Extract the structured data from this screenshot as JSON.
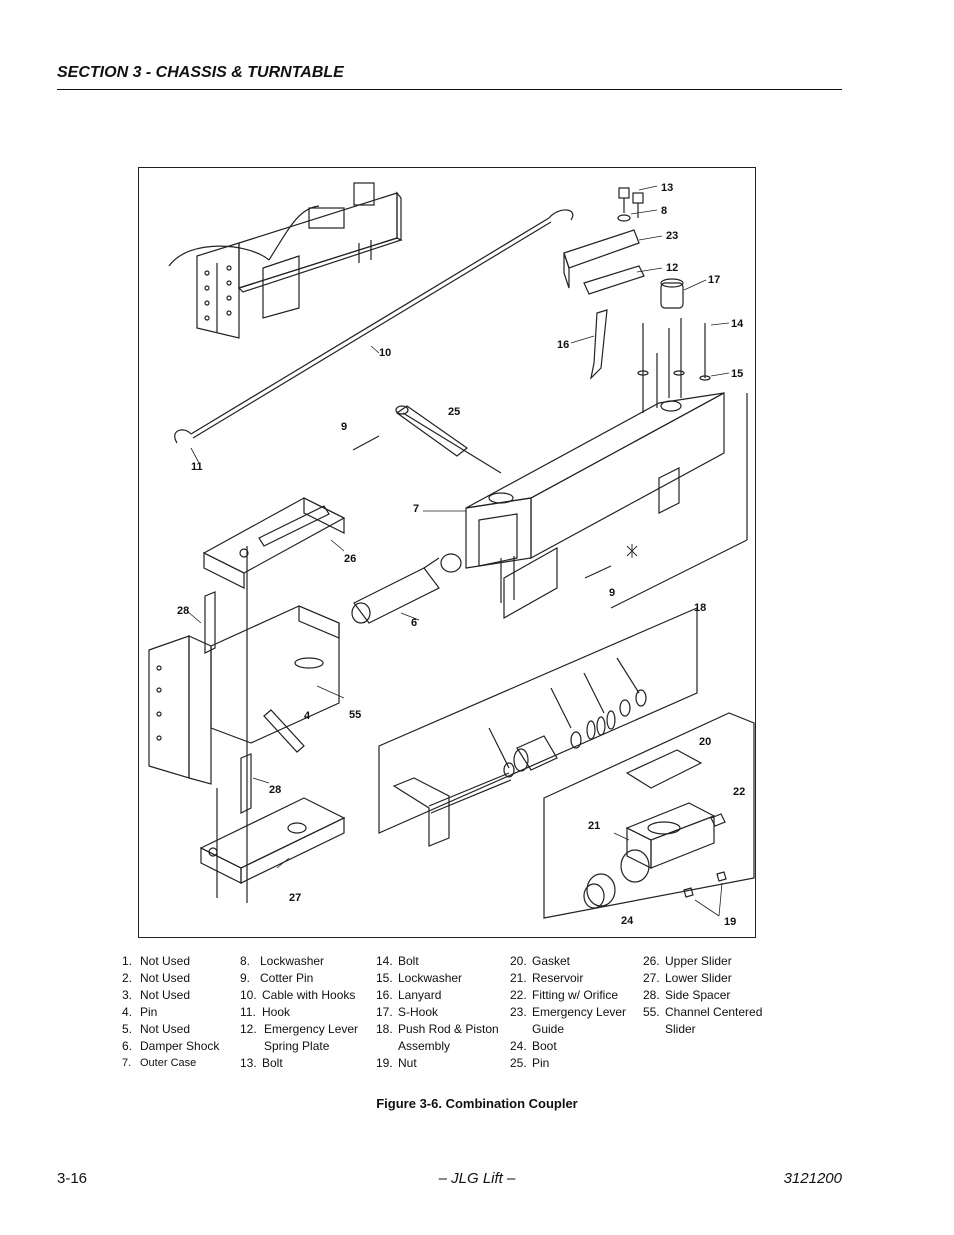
{
  "header": {
    "section_title": "SECTION 3 - CHASSIS & TURNTABLE"
  },
  "figure": {
    "callouts": [
      "13",
      "8",
      "23",
      "12",
      "17",
      "14",
      "15",
      "16",
      "10",
      "25",
      "9",
      "11",
      "7",
      "26",
      "28",
      "6",
      "18",
      "9",
      "4",
      "55",
      "20",
      "22",
      "28",
      "21",
      "27",
      "24",
      "19"
    ]
  },
  "legend": {
    "columns": [
      [
        {
          "num": "1.",
          "text": "Not Used"
        },
        {
          "num": "2.",
          "text": "Not Used"
        },
        {
          "num": "3.",
          "text": "Not Used"
        },
        {
          "num": "4.",
          "text": "Pin"
        },
        {
          "num": "5.",
          "text": "Not Used"
        },
        {
          "num": "6.",
          "text": "Damper Shock"
        },
        {
          "num": "7.",
          "text": "Outer Case"
        }
      ],
      [
        {
          "num": "8.",
          "text": "Lockwasher"
        },
        {
          "num": "9.",
          "text": "Cotter Pin"
        },
        {
          "num": "10.",
          "text": "Cable with Hooks"
        },
        {
          "num": "11.",
          "text": "Hook"
        },
        {
          "num": "12.",
          "text": "Emergency Lever\nSpring Plate"
        },
        {
          "num": "13.",
          "text": "Bolt"
        }
      ],
      [
        {
          "num": "14.",
          "text": "Bolt"
        },
        {
          "num": "15.",
          "text": "Lockwasher"
        },
        {
          "num": "16.",
          "text": "Lanyard"
        },
        {
          "num": "17.",
          "text": "S-Hook"
        },
        {
          "num": "18.",
          "text": "Push Rod & Piston\nAssembly"
        },
        {
          "num": "19.",
          "text": "Nut"
        }
      ],
      [
        {
          "num": "20.",
          "text": "Gasket"
        },
        {
          "num": "21.",
          "text": "Reservoir"
        },
        {
          "num": "22.",
          "text": "Fitting w/ Orifice"
        },
        {
          "num": "23.",
          "text": "Emergency Lever\nGuide"
        },
        {
          "num": "24.",
          "text": "Boot"
        },
        {
          "num": "25.",
          "text": "Pin"
        }
      ],
      [
        {
          "num": "26.",
          "text": "Upper Slider"
        },
        {
          "num": "27.",
          "text": "Lower Slider"
        },
        {
          "num": "28.",
          "text": "Side Spacer"
        },
        {
          "num": "55.",
          "text": "Channel Centered\nSlider"
        }
      ]
    ]
  },
  "caption": "Figure 3-6.  Combination Coupler",
  "footer": {
    "page": "3-16",
    "center": "– JLG Lift –",
    "doc_number": "3121200"
  }
}
